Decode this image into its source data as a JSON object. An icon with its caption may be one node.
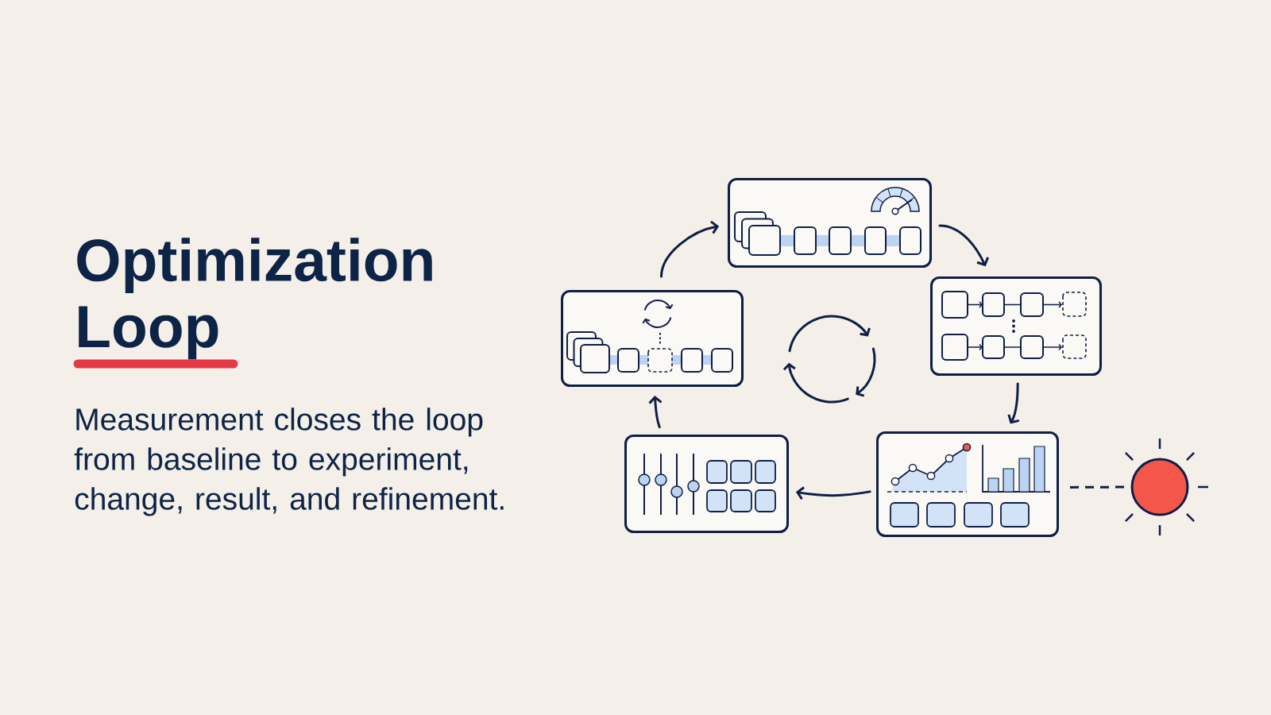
{
  "diagram": {
    "title": "Optimization Loop",
    "caption": "Measurement closes the loop from baseline to experiment, change, result, and refinement.",
    "nodes": [
      {
        "text": [],
        "shape": "box"
      },
      {
        "text": [],
        "shape": "box"
      },
      {
        "text": [],
        "shape": "box"
      },
      {
        "text": [],
        "shape": "box"
      },
      {
        "text": [],
        "shape": "box"
      },
      {
        "text": [],
        "shape": "circle"
      }
    ],
    "edges": [
      {
        "from": 0,
        "to": 1,
        "arrow": "to"
      },
      {
        "from": 1,
        "to": 2,
        "arrow": "to"
      },
      {
        "from": 2,
        "to": 3,
        "arrow": "to"
      },
      {
        "from": 3,
        "to": 4,
        "arrow": "to"
      },
      {
        "from": 4,
        "to": 0,
        "arrow": "to"
      },
      {
        "from": 2,
        "to": 5,
        "arrow": "none",
        "style": "dashed"
      }
    ]
  }
}
